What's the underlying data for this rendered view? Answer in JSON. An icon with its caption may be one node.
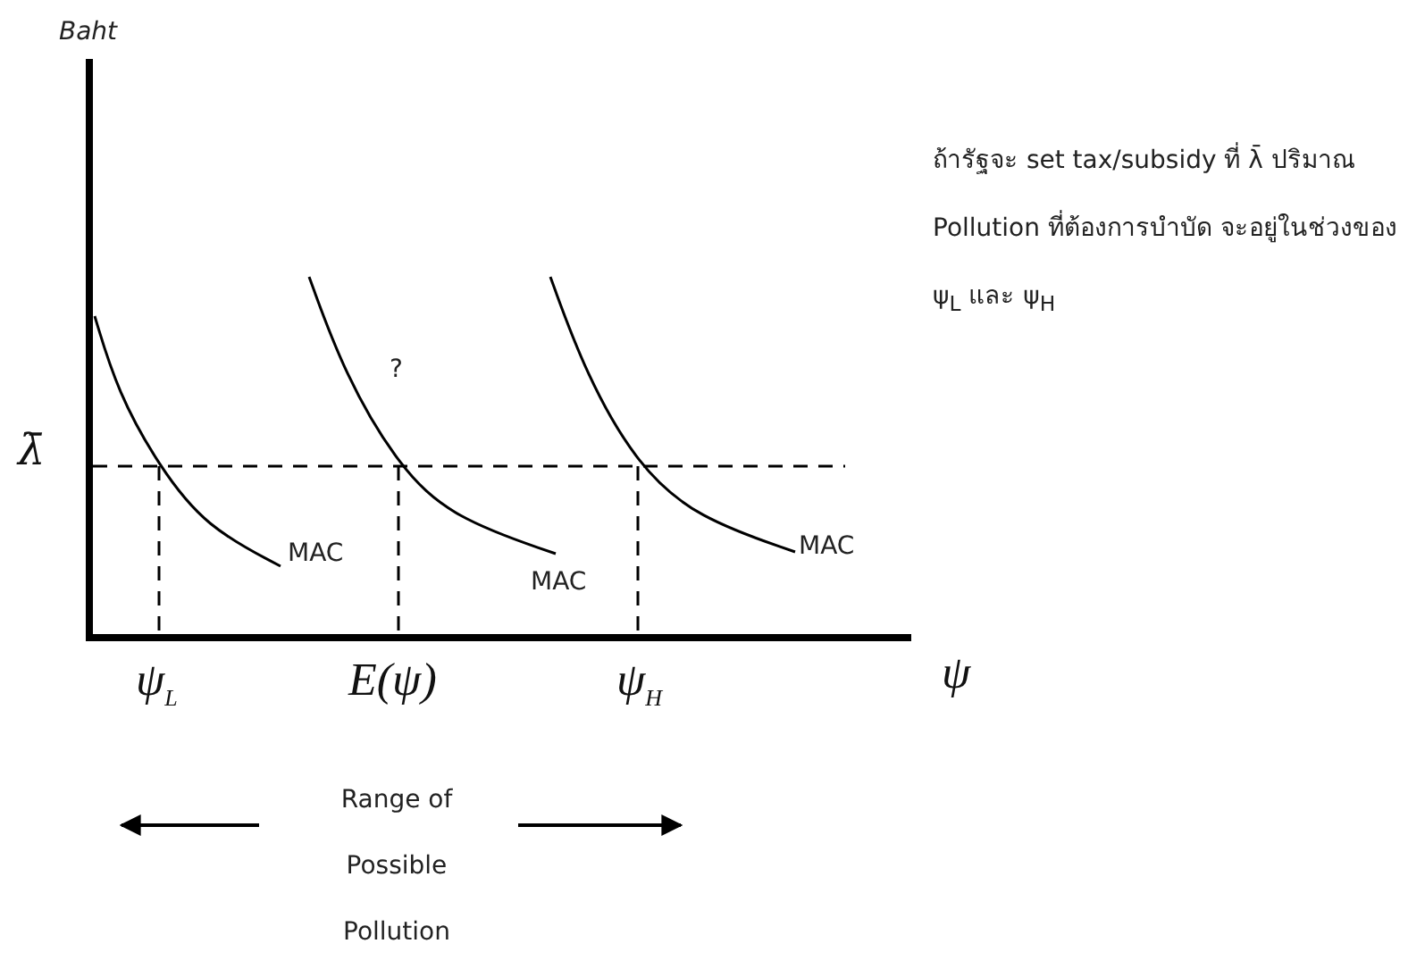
{
  "diagram": {
    "labels": [
      "Baht",
      "ถ้ารัฐจะ  set tax/subsidy ที่ λ̄ ปริมาณ Pollution ที่ต้องการบำบัด จะอยู่ในช่วงของ ψ$_{L}$ และ ψ$_{H}$",
      "?",
      "λ̄",
      "MAC",
      "MAC",
      "MAC",
      "ψ$_{L}$",
      "E(ψ)",
      "ψ$_{H}$",
      "ψ",
      "Range of Possible Pollution"
    ]
  }
}
